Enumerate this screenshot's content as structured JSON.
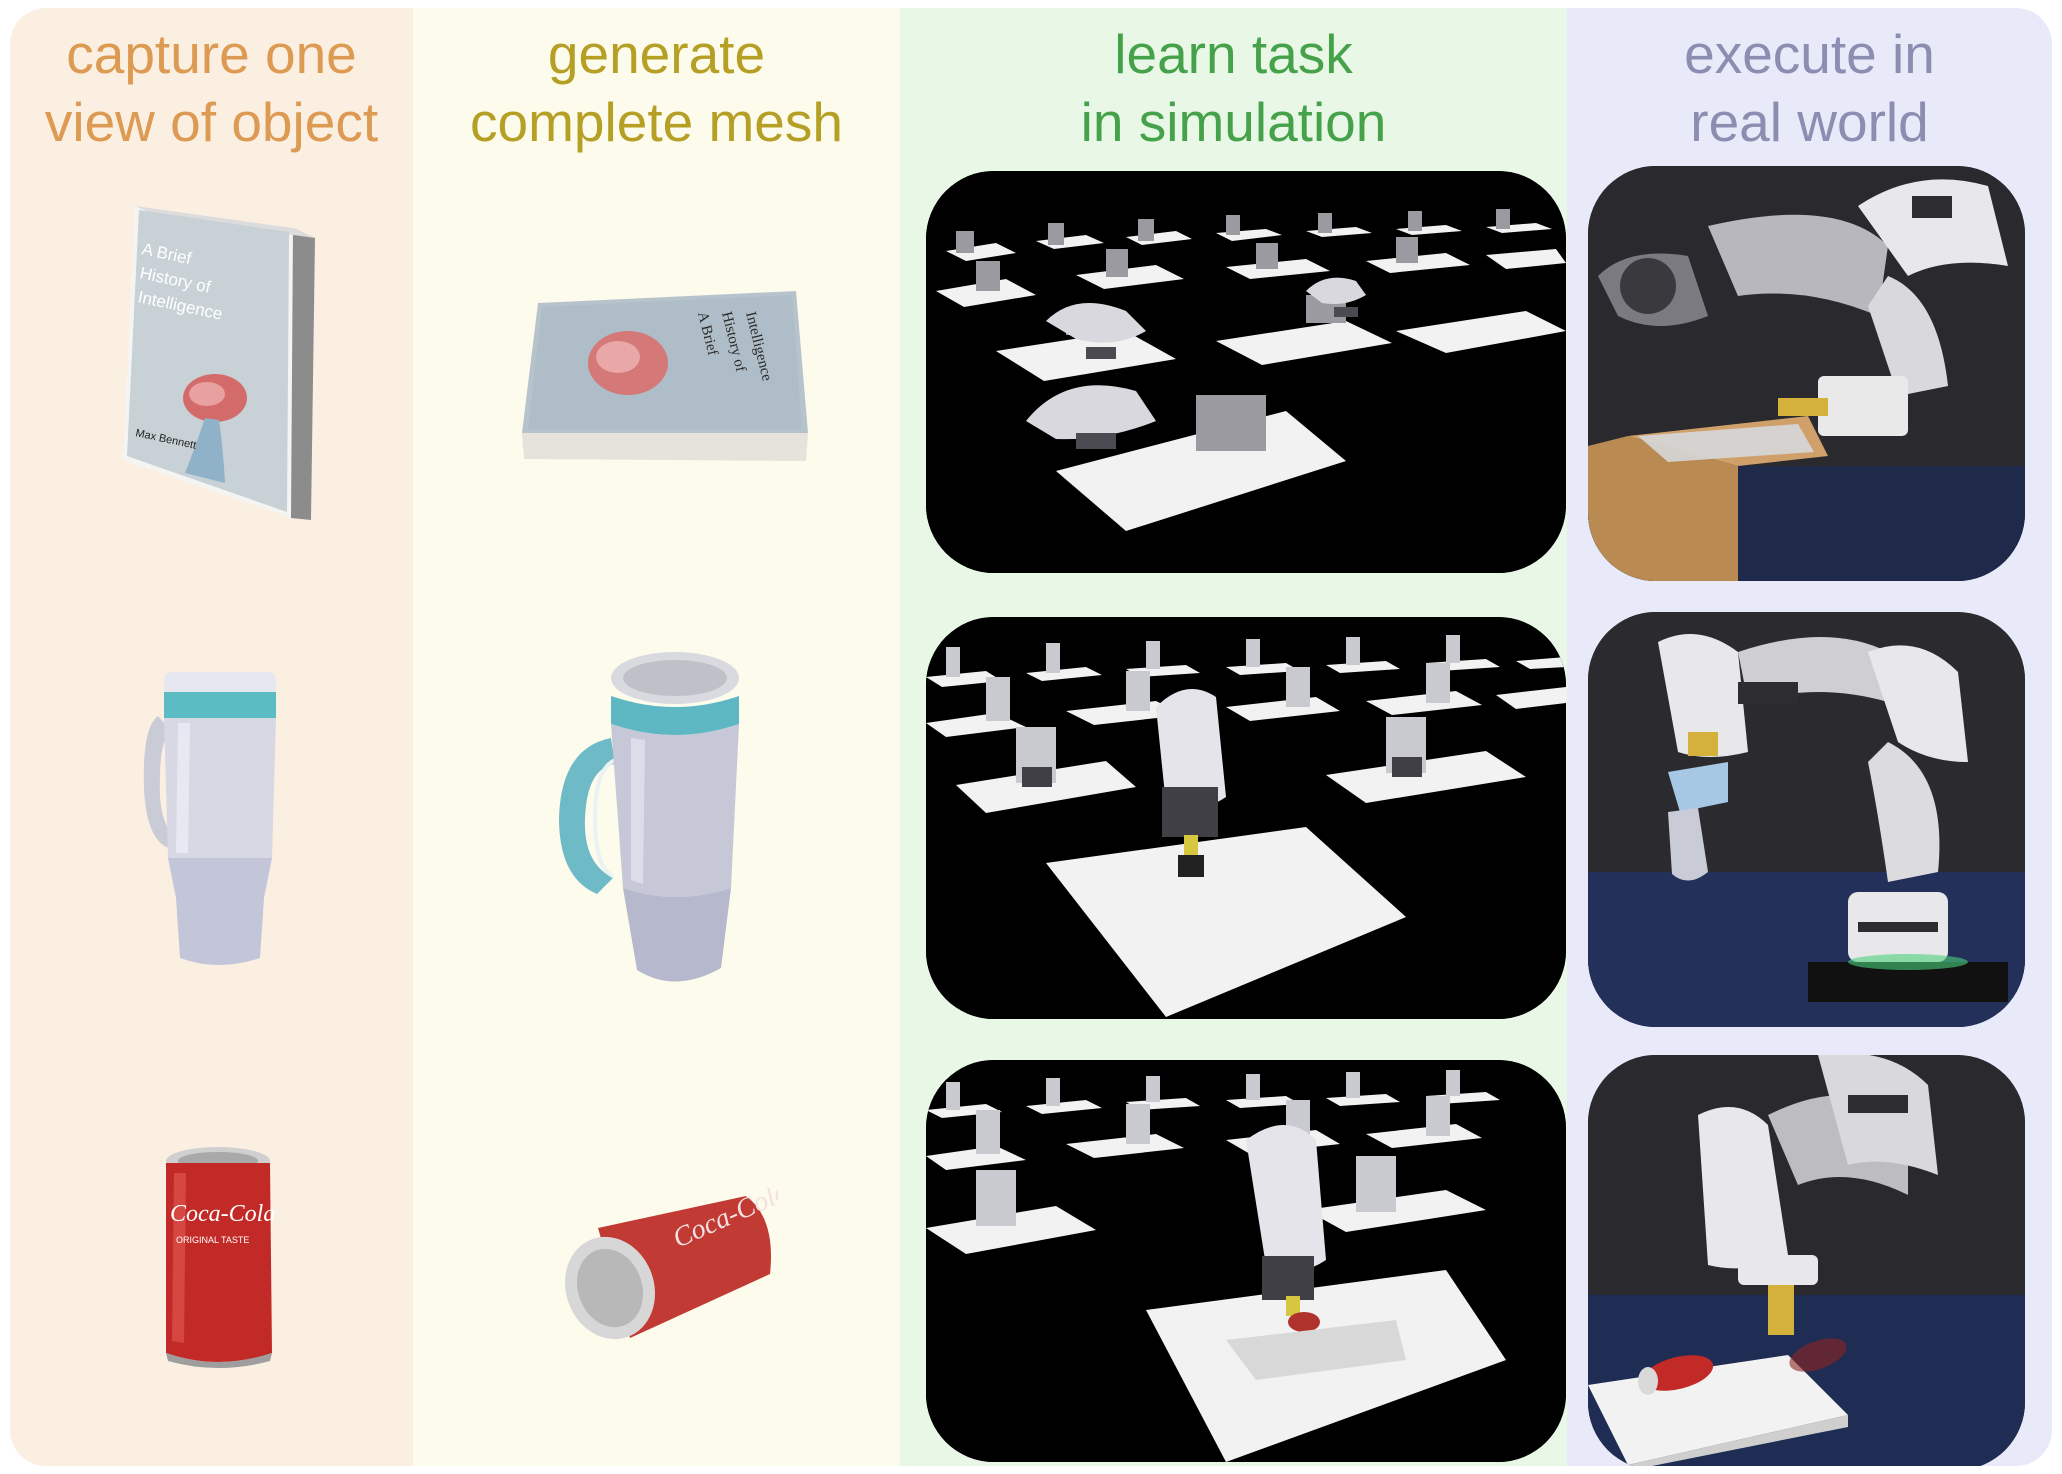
{
  "columns": [
    {
      "id": "capture",
      "title": "capture one\nview of object",
      "color": "#dc9a52",
      "background": "#fbefe2"
    },
    {
      "id": "generate",
      "title": "generate\ncomplete mesh",
      "color": "#b59f24",
      "background": "#fdfbec"
    },
    {
      "id": "learn",
      "title": "learn task\nin simulation",
      "color": "#46a24a",
      "background": "#e9f8e6"
    },
    {
      "id": "execute",
      "title": "execute in\nreal world",
      "color": "#8b8db1",
      "background": "#e9eaf9"
    }
  ],
  "objects": [
    {
      "name": "book",
      "cover_lines": [
        "A Brief",
        "History of",
        "Intelligence"
      ],
      "cover_author": "Max Bennett",
      "mesh_cover_lines": [
        "A Brief",
        "History of",
        "Intelligence"
      ]
    },
    {
      "name": "tumbler"
    },
    {
      "name": "soda-can",
      "brand_text": "Coca-Cola",
      "sub_text": "ORIGINAL TASTE"
    }
  ]
}
